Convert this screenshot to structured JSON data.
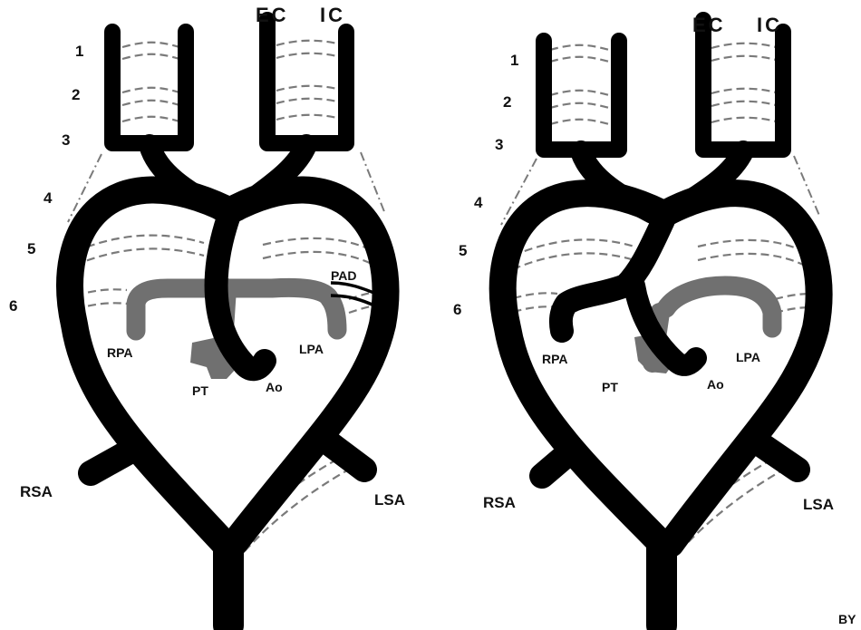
{
  "panels": [
    {
      "arch_numbers": [
        "1",
        "2",
        "3",
        "4",
        "5",
        "6"
      ],
      "ec": "EC",
      "ic": "IC",
      "rpa": "RPA",
      "lpa": "LPA",
      "pt": "PT",
      "ao": "Ao",
      "pad": "PAD",
      "rsa": "RSA",
      "lsa": "LSA"
    },
    {
      "arch_numbers": [
        "1",
        "2",
        "3",
        "4",
        "5",
        "6"
      ],
      "ec": "EC",
      "ic": "IC",
      "rpa": "RPA",
      "lpa": "LPA",
      "pt": "PT",
      "ao": "Ao",
      "rsa": "RSA",
      "lsa": "LSA"
    }
  ],
  "corner_text": "BY",
  "colors": {
    "vessel": "#000000",
    "pulmonary": "#707070",
    "regressed": "#7a7a7a"
  }
}
